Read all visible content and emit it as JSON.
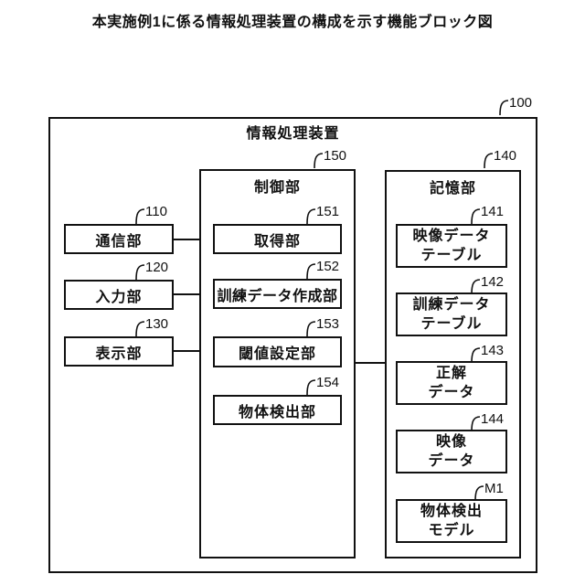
{
  "figure": {
    "title": "本実施例1に係る情報処理装置の構成を示す機能ブロック図"
  },
  "colors": {
    "line": "#111111",
    "background": "#ffffff"
  },
  "diagram": {
    "outer": {
      "label": "情報処理装置",
      "ref": "100"
    },
    "left_boxes": [
      {
        "label": "通信部",
        "ref": "110"
      },
      {
        "label": "入力部",
        "ref": "120"
      },
      {
        "label": "表示部",
        "ref": "130"
      }
    ],
    "control": {
      "label": "制御部",
      "ref": "150",
      "children": [
        {
          "label": "取得部",
          "ref": "151"
        },
        {
          "label": "訓練データ作成部",
          "ref": "152"
        },
        {
          "label": "閾値設定部",
          "ref": "153"
        },
        {
          "label": "物体検出部",
          "ref": "154"
        }
      ]
    },
    "storage": {
      "label": "記憶部",
      "ref": "140",
      "children": [
        {
          "label_line1": "映像データ",
          "label_line2": "テーブル",
          "ref": "141"
        },
        {
          "label_line1": "訓練データ",
          "label_line2": "テーブル",
          "ref": "142"
        },
        {
          "label_line1": "正解",
          "label_line2": "データ",
          "ref": "143"
        },
        {
          "label_line1": "映像",
          "label_line2": "データ",
          "ref": "144"
        },
        {
          "label_line1": "物体検出",
          "label_line2": "モデル",
          "ref": "M1"
        }
      ]
    }
  }
}
